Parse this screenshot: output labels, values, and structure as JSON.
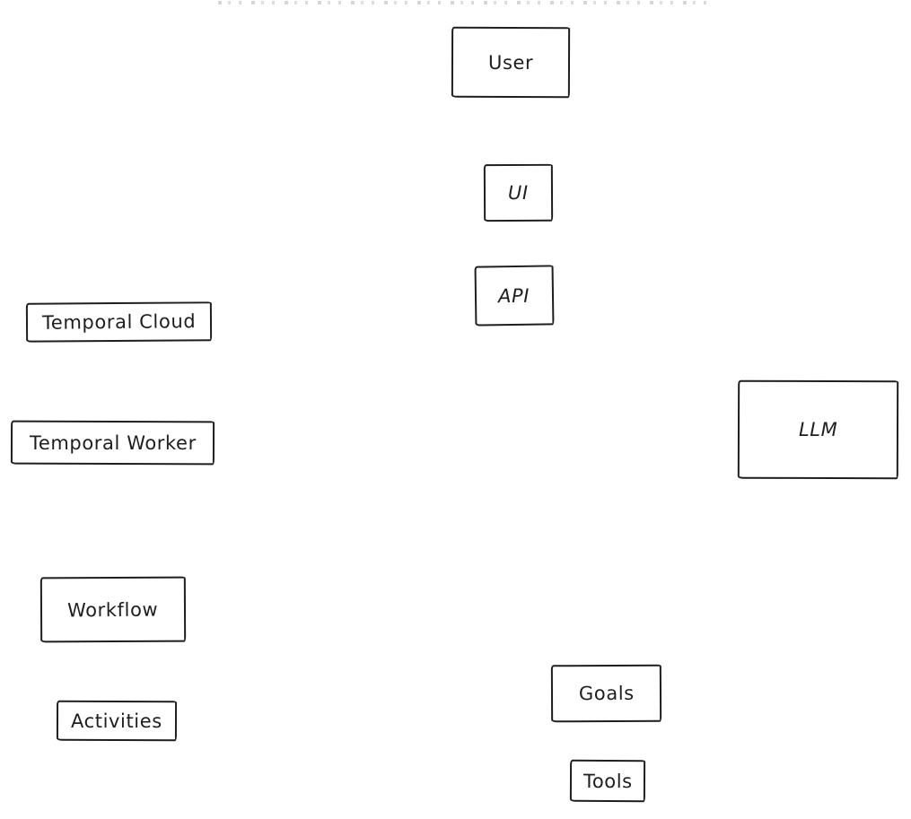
{
  "diagram": {
    "colors": {
      "stroke": "#1e1e1e",
      "box_fill": "#ffffff",
      "canvas_background": "#ffffff",
      "text": "#1e1e1e",
      "cropped_fragment_gray": "#c9c9c9"
    },
    "boxes": [
      {
        "id": "user",
        "label": "User"
      },
      {
        "id": "ui",
        "label": "UI"
      },
      {
        "id": "api",
        "label": "API"
      },
      {
        "id": "temporal-cloud",
        "label": "Temporal Cloud"
      },
      {
        "id": "temporal-worker",
        "label": "Temporal Worker"
      },
      {
        "id": "llm",
        "label": "LLM"
      },
      {
        "id": "workflow",
        "label": "Workflow"
      },
      {
        "id": "activities",
        "label": "Activities"
      },
      {
        "id": "goals",
        "label": "Goals"
      },
      {
        "id": "tools",
        "label": "Tools"
      }
    ]
  }
}
